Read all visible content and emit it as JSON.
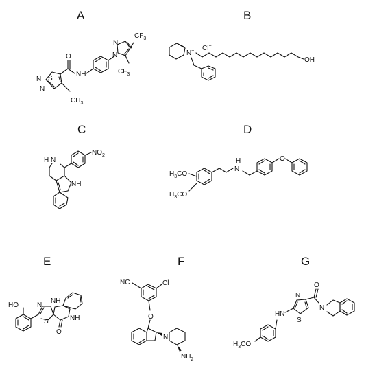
{
  "panels": {
    "a": {
      "label": "A",
      "atoms": {
        "s": "S",
        "n1": "N",
        "n2": "N",
        "ch3": "CH",
        "ch3_sub": "3",
        "o": "O",
        "nh": "NH",
        "pz_n1": "N",
        "pz_n2": "N",
        "cf3_top": "CF",
        "cf3_top_sub": "3",
        "cf3_bot": "CF",
        "cf3_bot_sub": "3"
      }
    },
    "b": {
      "label": "B",
      "atoms": {
        "n": "N",
        "plus": "+",
        "cl": "Cl",
        "cl_charge": "−",
        "oh": "OH"
      }
    },
    "c": {
      "label": "C",
      "atoms": {
        "nh_ring": "N",
        "h_ring": "H",
        "nh_indole": "NH",
        "no2": "NO",
        "no2_sub": "2"
      }
    },
    "d": {
      "label": "D",
      "atoms": {
        "h3co_top": "H",
        "h3co_top_sub": "3",
        "h3co_top_tail": "CO",
        "h3co_bot": "H",
        "h3co_bot_sub": "3",
        "h3co_bot_tail": "CO",
        "h": "H",
        "n": "N",
        "o": "O"
      }
    },
    "e": {
      "label": "E",
      "atoms": {
        "ho": "HO",
        "n1": "N",
        "nh": "NH",
        "s": "S",
        "nh_indole": "NH",
        "o": "O"
      }
    },
    "f": {
      "label": "F",
      "atoms": {
        "nc": "NC",
        "cl": "Cl",
        "o": "O",
        "n": "N",
        "nh2": "NH",
        "nh2_sub": "2"
      }
    },
    "g": {
      "label": "G",
      "atoms": {
        "hn": "HN",
        "n_thz": "N",
        "s": "S",
        "o": "O",
        "n_thiq": "N",
        "h3co": "H",
        "h3co_sub": "3",
        "h3co_tail": "CO"
      }
    }
  }
}
